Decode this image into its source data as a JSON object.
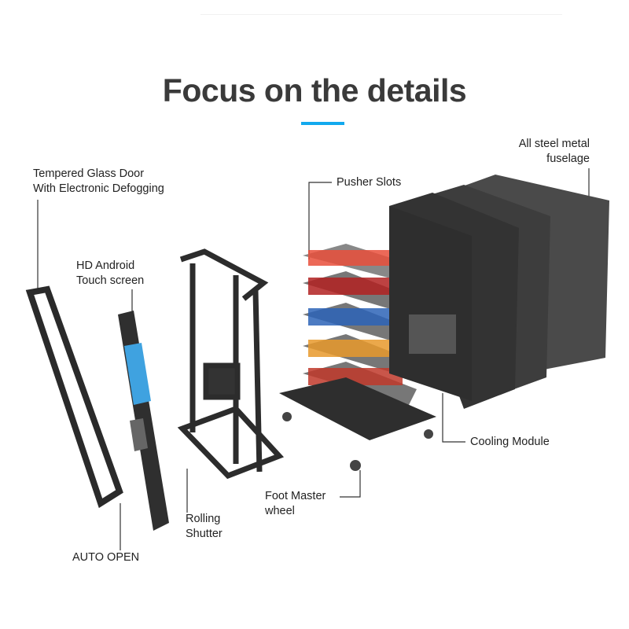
{
  "title": "Focus on the details",
  "colors": {
    "accent": "#12a9ee",
    "metal": "#3b3b3b",
    "text": "#222222"
  },
  "labels": {
    "fuselage": [
      "All steel metal",
      "fuselage"
    ],
    "glass_door": [
      "Tempered Glass Door",
      "With Electronic Defogging"
    ],
    "pusher": [
      "Pusher Slots"
    ],
    "screen": [
      "HD Android",
      "Touch screen"
    ],
    "cooling": [
      "Cooling Module"
    ],
    "wheel": [
      "Foot Master",
      "wheel"
    ],
    "shutter": [
      "Rolling",
      "Shutter"
    ],
    "auto_open": [
      "AUTO OPEN"
    ]
  }
}
